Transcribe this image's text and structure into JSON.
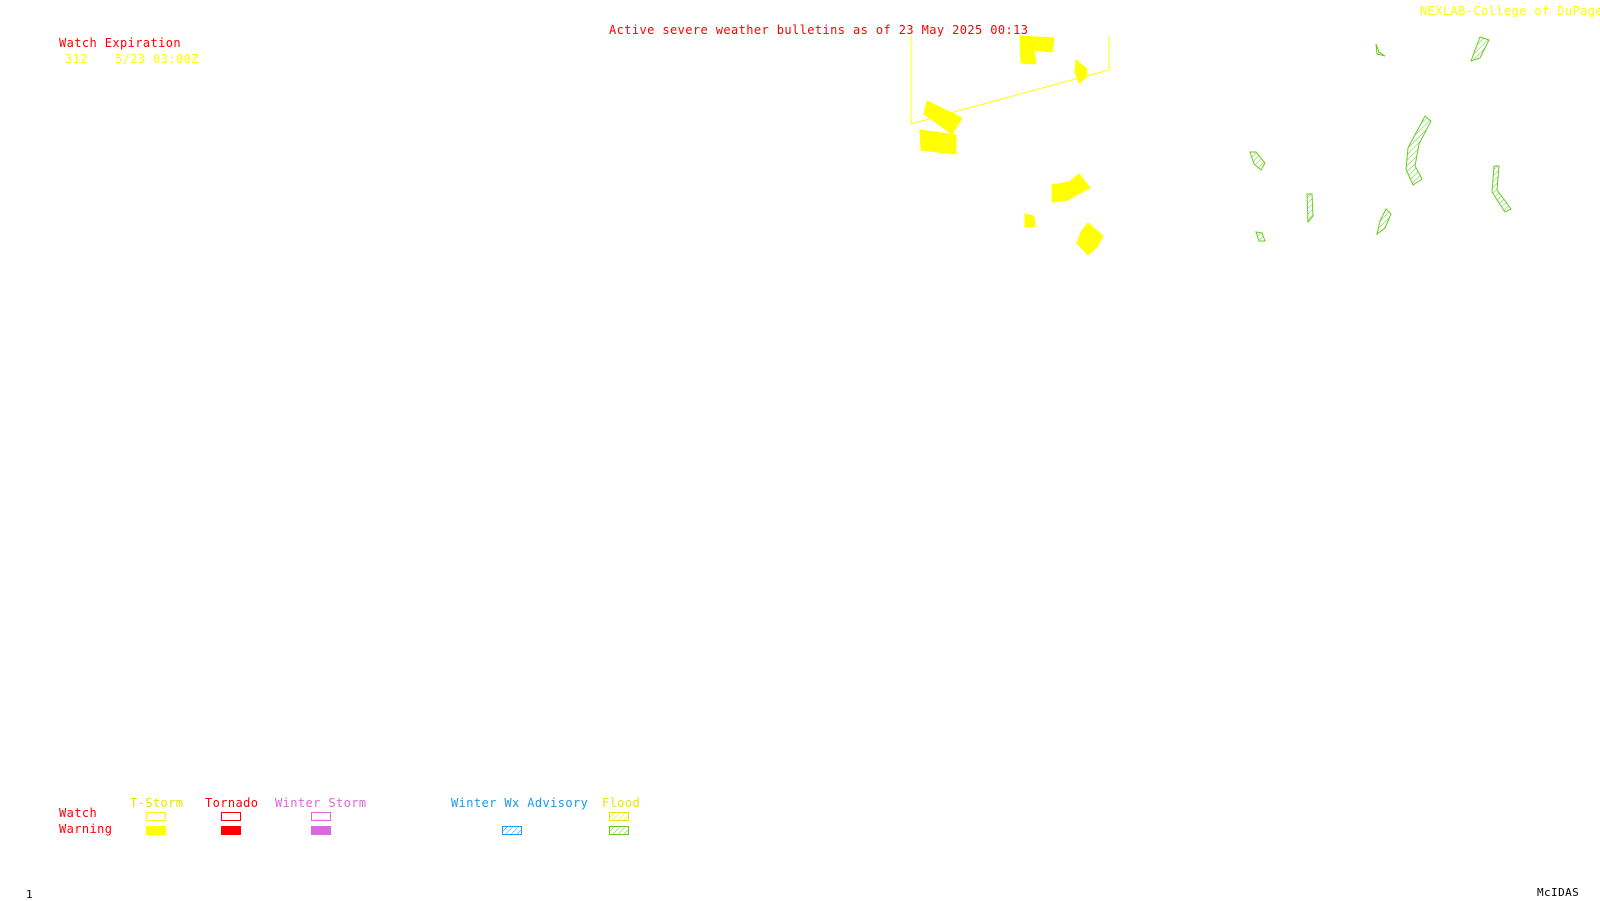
{
  "header": {
    "title": "Active severe weather bulletins as of 23 May 2025 00:13",
    "credit": "NEXLAB-College of DuPage R"
  },
  "watch_table": {
    "heading": "Watch Expiration",
    "rows": [
      {
        "number": "312",
        "expiration": "5/23 03:00Z"
      }
    ]
  },
  "legend": {
    "row_labels": {
      "watch": "Watch",
      "warning": "Warning"
    },
    "columns": {
      "tstorm": "T-Storm",
      "tornado": "Tornado",
      "winter_storm": "Winter Storm",
      "winter_wx_advisory": "Winter Wx Advisory",
      "flood": "Flood"
    },
    "colors": {
      "tstorm": "#ffff00",
      "tornado": "#ff0000",
      "winter_storm": "#dd66dd",
      "winter_wx_advisory": "#1a9be8",
      "flood": "#66cc22"
    }
  },
  "footer": {
    "frame_number": "1",
    "software": "McIDAS"
  }
}
